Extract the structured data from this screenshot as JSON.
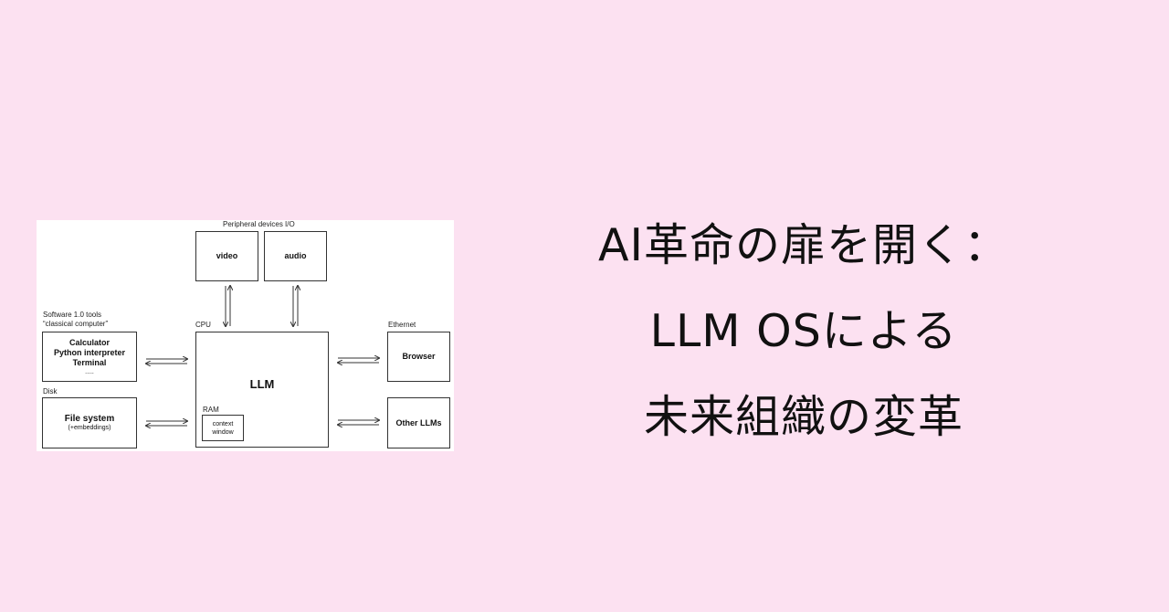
{
  "diagram": {
    "peripheral_label": "Peripheral devices I/O",
    "video": "video",
    "audio": "audio",
    "software_label_1": "Software 1.0 tools",
    "software_label_2": "“classical computer”",
    "tools": [
      "Calculator",
      "Python interpreter",
      "Terminal",
      "....."
    ],
    "cpu_label": "CPU",
    "llm": "LLM",
    "ram_label": "RAM",
    "context_1": "context",
    "context_2": "window",
    "disk_label": "Disk",
    "file_system": "File system",
    "embeddings": "(+embeddings)",
    "ethernet_label": "Ethernet",
    "browser": "Browser",
    "other_llms": "Other LLMs"
  },
  "headline": {
    "line1": "AI革命の扉を開く：",
    "line2": "LLM OSによる",
    "line3": "未来組織の変革"
  },
  "colors": {
    "background": "#fce1f1",
    "text": "#111111"
  }
}
